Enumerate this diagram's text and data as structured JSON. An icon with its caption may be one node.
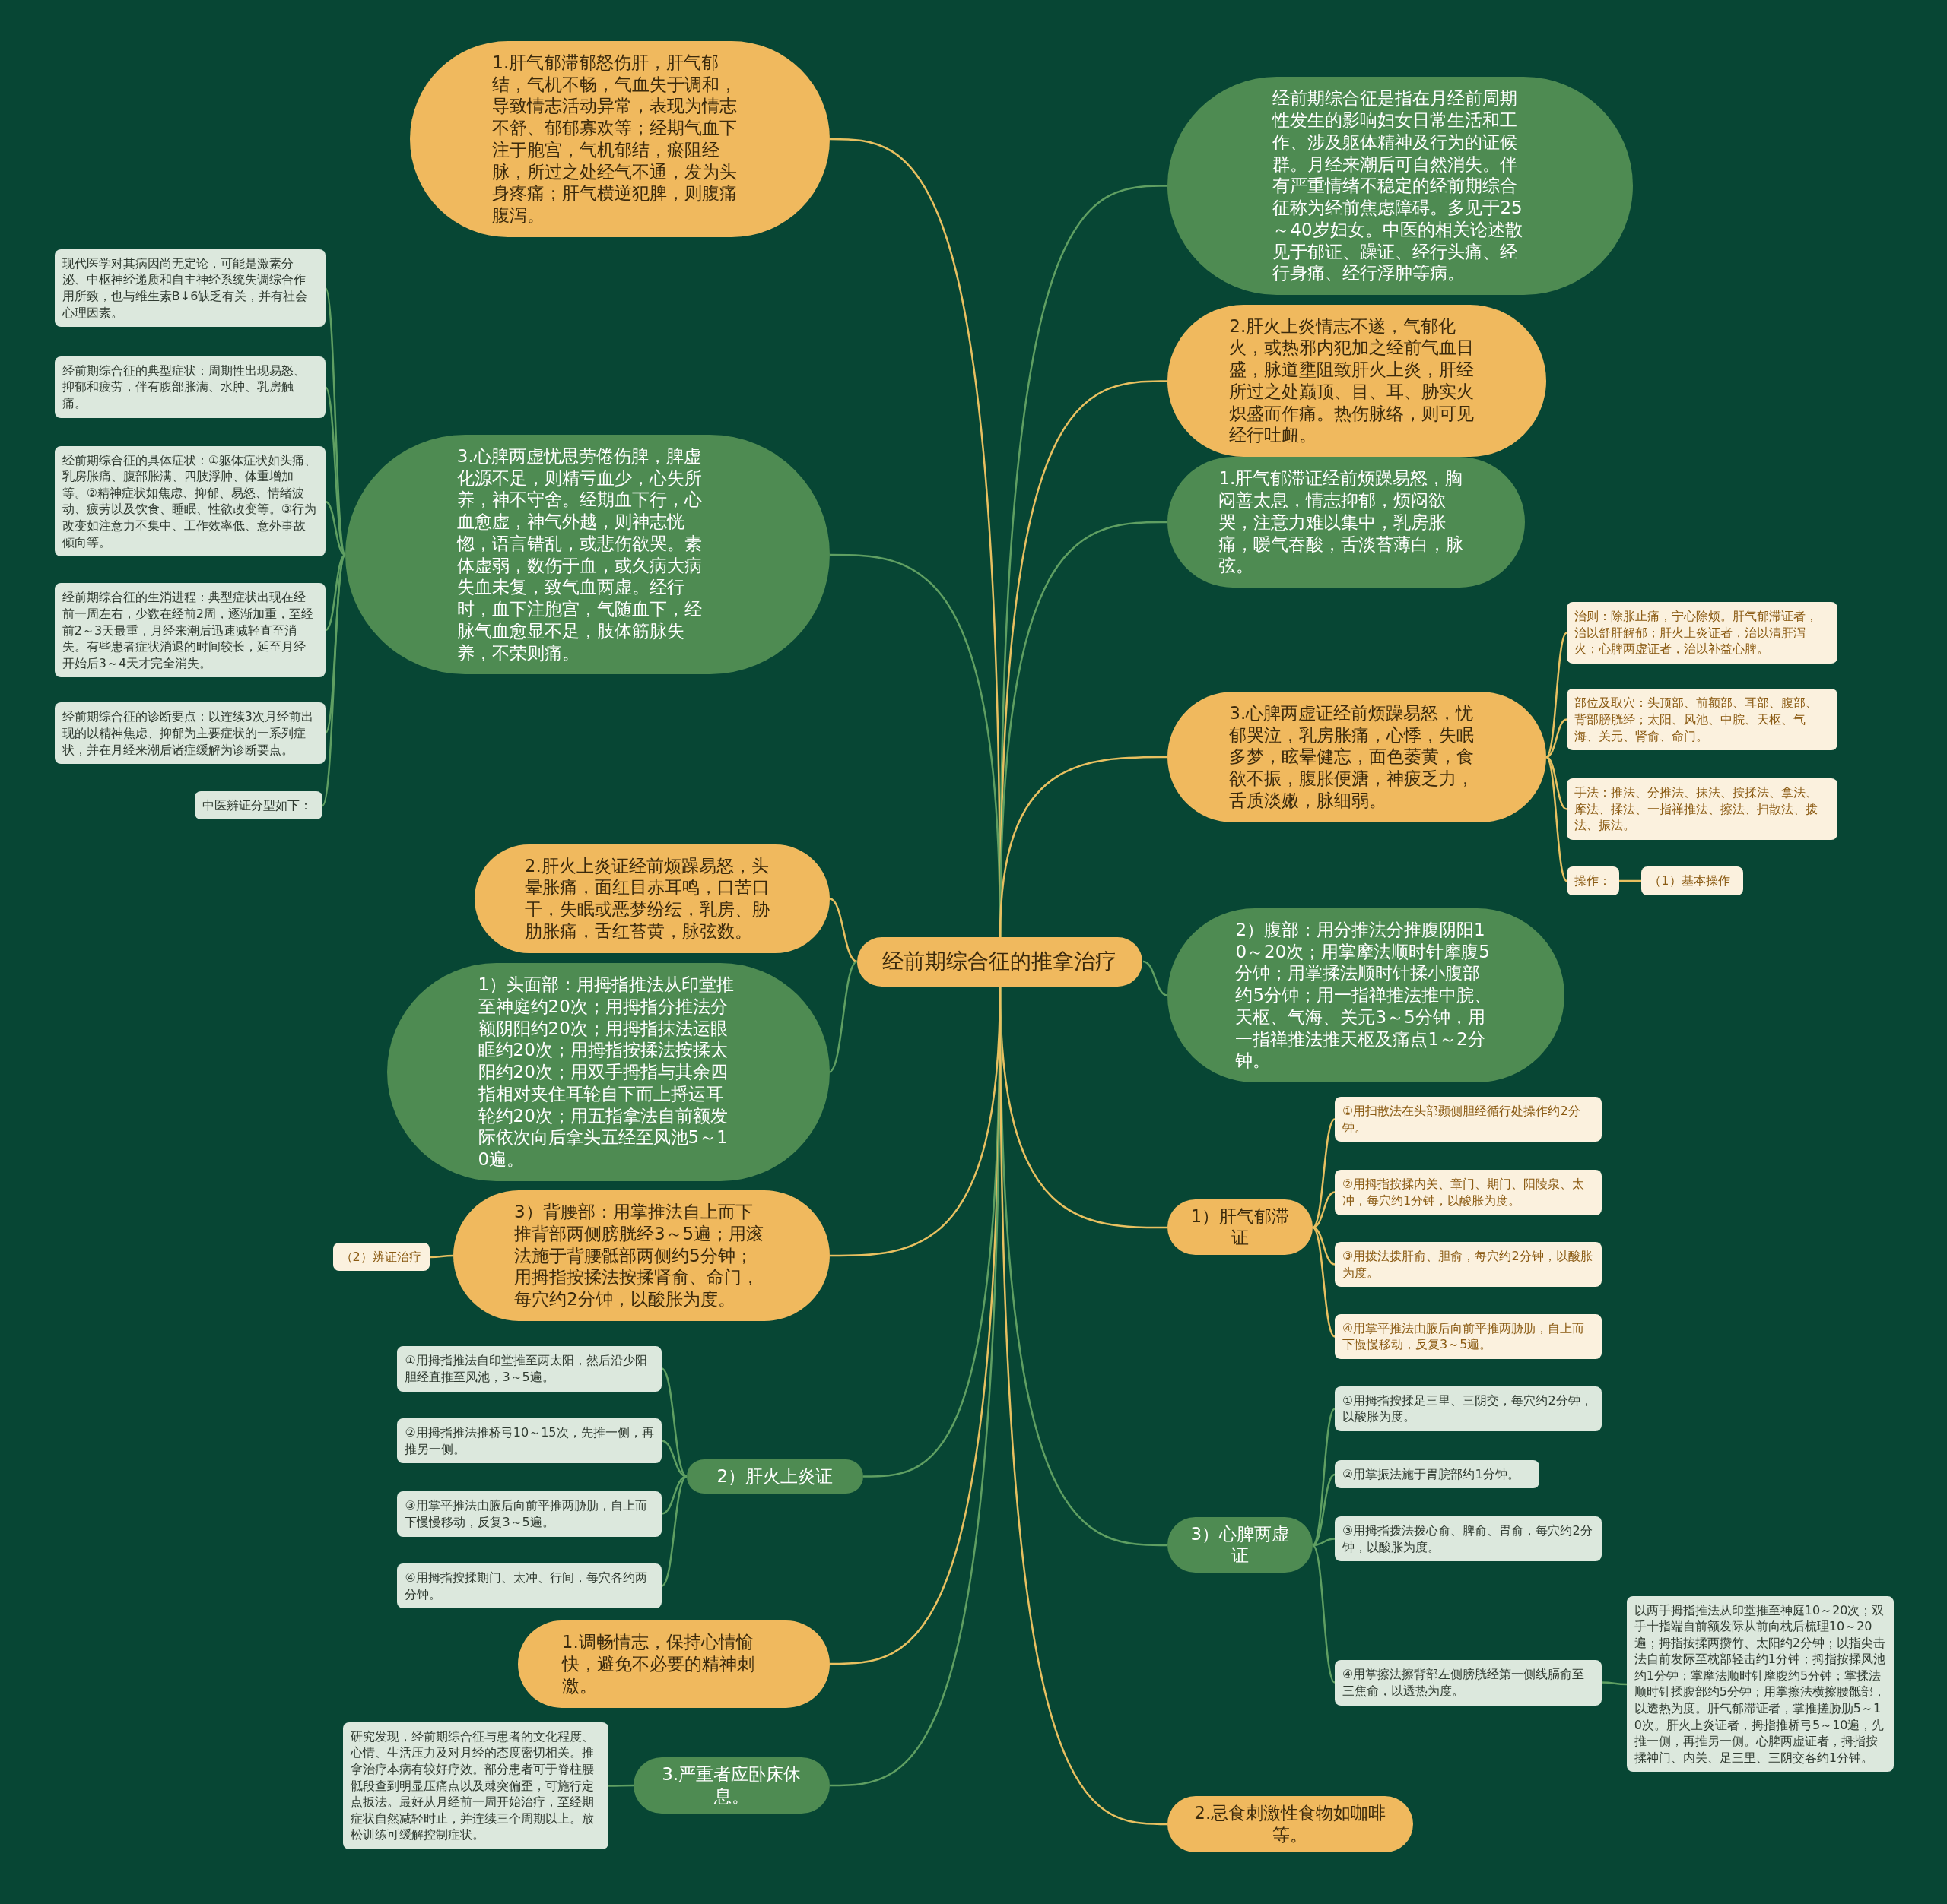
{
  "diagram": {
    "nodes": [
      {
        "text": [
          "经前期综合征的推拿治疗"
        ]
      },
      {
        "text": [
          "1.肝气郁滞郁怒伤肝，肝气郁结，气机不畅，气血失于调和，导致情志活动异常，表现为情志不舒、郁郁寡欢等；经期气血下注于胞宫，气机郁结，瘀阻经脉，所过之处经气不通，发为头身疼痛；肝气横逆犯脾，则腹痛腹泻。"
        ]
      },
      {
        "text": [
          "3.心脾两虚忧思劳倦伤脾，脾虚化源不足，则精亏血少，心失所养，神不守舍。经期血下行，心血愈虚，神气外越，则神志恍惚，语言错乱，或悲伤欲哭。素体虚弱，数伤于血，或久病大病失血未复，致气血两虚。经行时，血下注胞宫，气随血下，经脉气血愈显不足，肢体筋脉失养，不荣则痛。"
        ]
      },
      {
        "text": [
          "现代医学对其病因尚无定论，可能是激素分泌、中枢神经递质和自主神经系统失调综合作用所致，也与维生素B↓6缺乏有关，并有社会心理因素。"
        ]
      },
      {
        "text": [
          "经前期综合征的典型症状：周期性出现易怒、抑郁和疲劳，伴有腹部胀满、水肿、乳房触痛。"
        ]
      },
      {
        "text": [
          "经前期综合征的具体症状：①躯体症状如头痛、乳房胀痛、腹部胀满、四肢浮肿、体重增加等。②精神症状如焦虑、抑郁、易怒、情绪波动、疲劳以及饮食、睡眠、性欲改变等。③行为改变如注意力不集中、工作效率低、意外事故倾向等。"
        ]
      },
      {
        "text": [
          "经前期综合征的生消进程：典型症状出现在经前一周左右，少数在经前2周，逐渐加重，至经前2～3天最重，月经来潮后迅速减轻直至消失。有些患者症状消退的时间较长，延至月经开始后3～4天才完全消失。"
        ]
      },
      {
        "text": [
          "经前期综合征的诊断要点：以连续3次月经前出现的以精神焦虑、抑郁为主要症状的一系列症状，并在月经来潮后诸症缓解为诊断要点。"
        ]
      },
      {
        "text": [
          "中医辨证分型如下："
        ]
      },
      {
        "text": [
          "2.肝火上炎证经前烦躁易怒，头晕胀痛，面红目赤耳鸣，口苦口干，失眠或恶梦纷纭，乳房、胁肋胀痛，舌红苔黄，脉弦数。"
        ]
      },
      {
        "text": [
          "1）头面部：用拇指推法从印堂推至神庭约20次；用拇指分推法分额阴阳约20次；用拇指抹法运眼眶约20次；用拇指按揉法按揉太阳约20次；用双手拇指与其余四指相对夹住耳轮自下而上捋运耳轮约20次；用五指拿法自前额发际依次向后拿头五经至风池5～10遍。"
        ]
      },
      {
        "text": [
          "3）背腰部：用掌推法自上而下推背部两侧膀胱经3～5遍；用滚法施于背腰骶部两侧约5分钟；用拇指按揉法按揉肾俞、命门，每穴约2分钟，以酸胀为度。"
        ]
      },
      {
        "text": [
          "（2）辨证治疗"
        ]
      },
      {
        "text": [
          "2）肝火上炎证"
        ]
      },
      {
        "text": [
          "①用拇指推法自印堂推至两太阳，然后沿少阳胆经直推至风池，3～5遍。"
        ]
      },
      {
        "text": [
          "②用拇指推法推桥弓10～15次，先推一侧，再推另一侧。"
        ]
      },
      {
        "text": [
          "③用掌平推法由腋后向前平推两胁肋，自上而下慢慢移动，反复3～5遍。"
        ]
      },
      {
        "text": [
          "④用拇指按揉期门、太冲、行间，每穴各约两分钟。"
        ]
      },
      {
        "text": [
          "1.调畅情志，保持心情愉快，避免不必要的精神刺激。"
        ]
      },
      {
        "text": [
          "3.严重者应卧床休息。"
        ]
      },
      {
        "text": [
          "研究发现，经前期综合征与患者的文化程度、心情、生活压力及对月经的态度密切相关。推拿治疗本病有较好疗效。部分患者可于脊柱腰骶段查到明显压痛点以及棘突偏歪，可施行定点扳法。最好从月经前一周开始治疗，至经期症状自然减轻时止，并连续三个周期以上。放松训练可缓解控制症状。"
        ]
      },
      {
        "text": [
          "经前期综合征是指在月经前周期性发生的影响妇女日常生活和工作、涉及躯体精神及行为的证候群。月经来潮后可自然消失。伴有严重情绪不稳定的经前期综合征称为经前焦虑障碍。多见于25～40岁妇女。中医的相关论述散见于郁证、躁证、经行头痛、经行身痛、经行浮肿等病。"
        ]
      },
      {
        "text": [
          "2.肝火上炎情志不遂，气郁化火，或热邪内犯加之经前气血日盛，脉道壅阻致肝火上炎，肝经所过之处巅顶、目、耳、胁实火炽盛而作痛。热伤脉络，则可见经行吐衄。"
        ]
      },
      {
        "text": [
          "1.肝气郁滞证经前烦躁易怒，胸闷善太息，情志抑郁，烦闷欲哭，注意力难以集中，乳房胀痛，嗳气吞酸，舌淡苔薄白，脉弦。"
        ]
      },
      {
        "text": [
          "3.心脾两虚证经前烦躁易怒，忧郁哭泣，乳房胀痛，心悸，失眠多梦，眩晕健忘，面色萎黄，食欲不振，腹胀便溏，神疲乏力，舌质淡嫩，脉细弱。"
        ]
      },
      {
        "text": [
          "治则：除胀止痛，宁心除烦。肝气郁滞证者，治以舒肝解郁；肝火上炎证者，治以清肝泻火；心脾两虚证者，治以补益心脾。"
        ]
      },
      {
        "text": [
          "部位及取穴：头顶部、前额部、耳部、腹部、背部膀胱经；太阳、风池、中脘、天枢、气海、关元、肾俞、命门。"
        ]
      },
      {
        "text": [
          "手法：推法、分推法、抹法、按揉法、拿法、摩法、揉法、一指禅推法、擦法、扫散法、拨法、振法。"
        ]
      },
      {
        "text": [
          "操作："
        ]
      },
      {
        "text": [
          "（1）基本操作"
        ]
      },
      {
        "text": [
          "2）腹部：用分推法分推腹阴阳10～20次；用掌摩法顺时针摩腹5分钟；用掌揉法顺时针揉小腹部约5分钟；用一指禅推法推中脘、天枢、气海、关元3～5分钟，用一指禅推法推天枢及痛点1～2分钟。"
        ]
      },
      {
        "text": [
          "1）肝气郁滞证"
        ]
      },
      {
        "text": [
          "①用扫散法在头部颞侧胆经循行处操作约2分钟。"
        ]
      },
      {
        "text": [
          "②用拇指按揉内关、章门、期门、阳陵泉、太冲，每穴约1分钟，以酸胀为度。"
        ]
      },
      {
        "text": [
          "③用拨法拨肝俞、胆俞，每穴约2分钟，以酸胀为度。"
        ]
      },
      {
        "text": [
          "④用掌平推法由腋后向前平推两胁肋，自上而下慢慢移动，反复3～5遍。"
        ]
      },
      {
        "text": [
          "3）心脾两虚证"
        ]
      },
      {
        "text": [
          "①用拇指按揉足三里、三阴交，每穴约2分钟，以酸胀为度。"
        ]
      },
      {
        "text": [
          "②用掌振法施于胃脘部约1分钟。"
        ]
      },
      {
        "text": [
          "③用拇指拨法拨心俞、脾俞、胃俞，每穴约2分钟，以酸胀为度。"
        ]
      },
      {
        "text": [
          "④用掌擦法擦背部左侧膀胱经第一侧线膈俞至三焦俞，以透热为度。"
        ]
      },
      {
        "text": [
          "以两手拇指推法从印堂推至神庭10～20次；双手十指端自前额发际从前向枕后梳理10～20遍；拇指按揉两攒竹、太阳约2分钟；以指尖击法自前发际至枕部轻击约1分钟；拇指按揉风池约1分钟；掌摩法顺时针摩腹约5分钟；掌揉法顺时针揉腹部约5分钟；用掌擦法横擦腰骶部，以透热为度。肝气郁滞证者，掌推搓胁肋5～10次。肝火上炎证者，拇指推桥弓5～10遍，先推一侧，再推另一侧。心脾两虚证者，拇指按揉神门、内关、足三里、三阴交各约1分钟。"
        ]
      },
      {
        "text": [
          "2.忌食刺激性食物如咖啡等。"
        ]
      }
    ],
    "edges": [
      {
        "from": 0,
        "to": 1,
        "arrow": "none",
        "color": "#e8c060"
      },
      {
        "from": 0,
        "to": 2,
        "arrow": "none"
      },
      {
        "from": 2,
        "to": 3,
        "arrow": "none"
      },
      {
        "from": 2,
        "to": 4,
        "arrow": "none"
      },
      {
        "from": 2,
        "to": 5,
        "arrow": "none"
      },
      {
        "from": 2,
        "to": 6,
        "arrow": "none"
      },
      {
        "from": 2,
        "to": 7,
        "arrow": "none"
      },
      {
        "from": 2,
        "to": 8,
        "arrow": "none"
      },
      {
        "from": 0,
        "to": 9,
        "arrow": "none",
        "color": "#e8c060"
      },
      {
        "from": 0,
        "to": 10,
        "arrow": "none"
      },
      {
        "from": 0,
        "to": 11,
        "arrow": "none",
        "color": "#e8c060"
      },
      {
        "from": 11,
        "to": 12,
        "arrow": "none",
        "color": "#e8c060"
      },
      {
        "from": 0,
        "to": 13,
        "arrow": "none"
      },
      {
        "from": 13,
        "to": 14,
        "arrow": "none"
      },
      {
        "from": 13,
        "to": 15,
        "arrow": "none"
      },
      {
        "from": 13,
        "to": 16,
        "arrow": "none"
      },
      {
        "from": 13,
        "to": 17,
        "arrow": "none"
      },
      {
        "from": 0,
        "to": 18,
        "arrow": "none",
        "color": "#e8c060"
      },
      {
        "from": 0,
        "to": 19,
        "arrow": "none"
      },
      {
        "from": 19,
        "to": 20,
        "arrow": "none"
      },
      {
        "from": 0,
        "to": 21,
        "arrow": "none"
      },
      {
        "from": 0,
        "to": 22,
        "arrow": "none",
        "color": "#e8c060"
      },
      {
        "from": 0,
        "to": 23,
        "arrow": "none"
      },
      {
        "from": 0,
        "to": 24,
        "arrow": "none",
        "color": "#e8c060"
      },
      {
        "from": 24,
        "to": 25,
        "arrow": "none",
        "color": "#e8c060"
      },
      {
        "from": 24,
        "to": 26,
        "arrow": "none",
        "color": "#e8c060"
      },
      {
        "from": 24,
        "to": 27,
        "arrow": "none",
        "color": "#e8c060"
      },
      {
        "from": 24,
        "to": 28,
        "arrow": "none",
        "color": "#e8c060"
      },
      {
        "from": 28,
        "to": 29,
        "arrow": "none",
        "color": "#e8c060"
      },
      {
        "from": 0,
        "to": 30,
        "arrow": "none"
      },
      {
        "from": 0,
        "to": 31,
        "arrow": "none",
        "color": "#e8c060"
      },
      {
        "from": 31,
        "to": 32,
        "arrow": "none",
        "color": "#e8c060"
      },
      {
        "from": 31,
        "to": 33,
        "arrow": "none",
        "color": "#e8c060"
      },
      {
        "from": 31,
        "to": 34,
        "arrow": "none",
        "color": "#e8c060"
      },
      {
        "from": 31,
        "to": 35,
        "arrow": "none",
        "color": "#e8c060"
      },
      {
        "from": 0,
        "to": 36,
        "arrow": "none"
      },
      {
        "from": 36,
        "to": 37,
        "arrow": "none"
      },
      {
        "from": 36,
        "to": 38,
        "arrow": "none"
      },
      {
        "from": 36,
        "to": 39,
        "arrow": "none"
      },
      {
        "from": 36,
        "to": 40,
        "arrow": "none"
      },
      {
        "from": 40,
        "to": 41,
        "arrow": "none"
      },
      {
        "from": 0,
        "to": 42,
        "arrow": "none",
        "color": "#e8c060"
      }
    ]
  }
}
